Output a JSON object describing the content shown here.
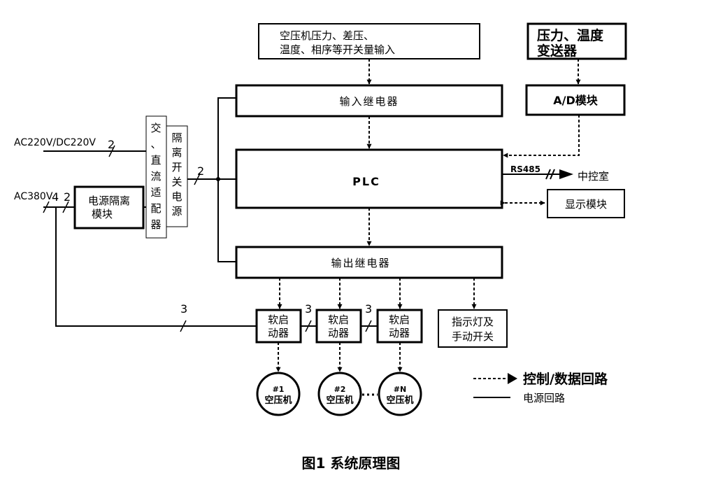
{
  "diagram": {
    "nodes": {
      "compressor_inputs": {
        "line1": "空压机压力、差压、",
        "line2": "温度、相序等开关量输入"
      },
      "transmitter": {
        "line1": "压力、温度",
        "line2": "变送器"
      },
      "input_relay": "输入继电器",
      "ad_module": "A/D模块",
      "adapter": [
        "交",
        "、",
        "直",
        "流",
        "适",
        "配",
        "器"
      ],
      "isolated_psu": [
        "隔",
        "离",
        "开",
        "关",
        "电",
        "源"
      ],
      "plc": "PLC",
      "psu_isolation": {
        "line1": "电源隔离",
        "line2": "模块"
      },
      "display_module": "显示模块",
      "control_room": "中控室",
      "output_relay": "输出继电器",
      "soft_starters": [
        {
          "line1": "软启",
          "line2": "动器"
        },
        {
          "line1": "软启",
          "line2": "动器"
        },
        {
          "line1": "软启",
          "line2": "动器"
        }
      ],
      "indicator": {
        "line1": "指示灯及",
        "line2": "手动开关"
      },
      "compressors": [
        {
          "id": "#1",
          "label": "空压机"
        },
        {
          "id": "#2",
          "label": "空压机"
        },
        {
          "id": "#N",
          "label": "空压机"
        }
      ]
    },
    "wires": {
      "ac220": "AC220V/DC220V",
      "ac380": "AC380V",
      "rs485": "RS485",
      "count_ac220": "2",
      "count_ac380_a": "4",
      "count_ac380_b": "2",
      "count_adapter_out": "2",
      "count_starter_bus": "3",
      "count_starter_1_2": "3",
      "count_starter_2_3": "3"
    },
    "legend": {
      "control": "控制/数据回路",
      "power": "电源回路"
    }
  },
  "caption": "图1 系统原理图"
}
